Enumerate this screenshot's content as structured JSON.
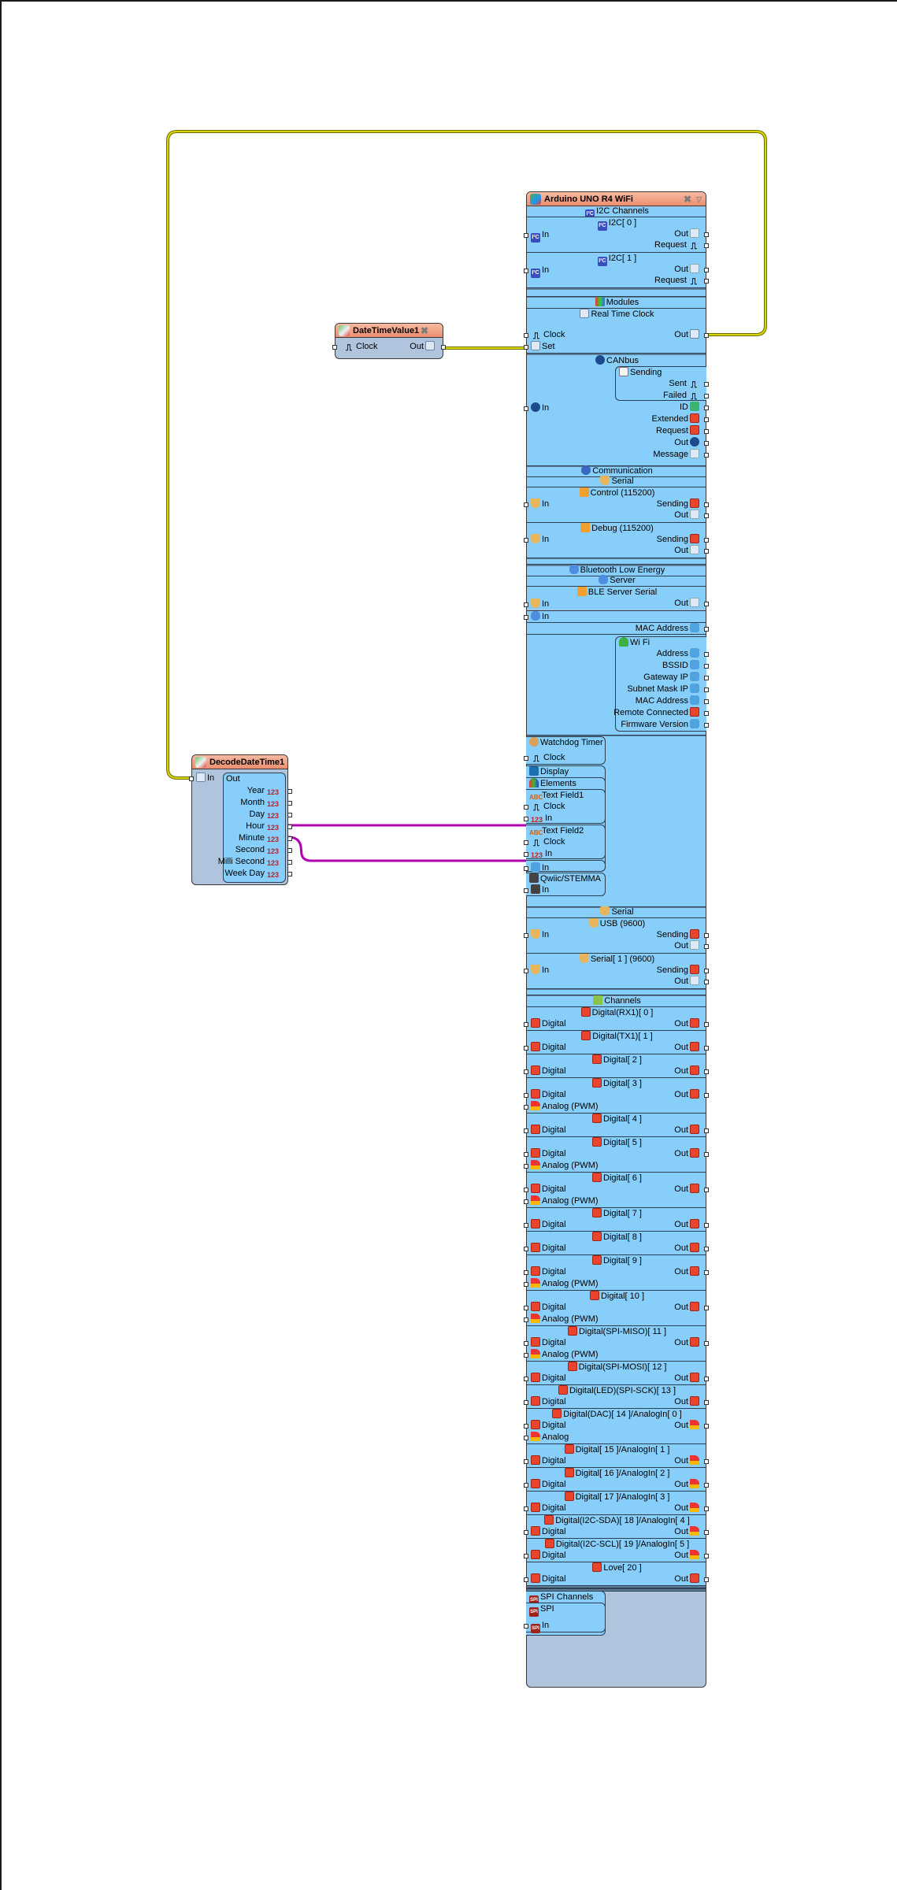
{
  "canvas": {
    "background": "#ffffff",
    "wire_colors": {
      "datetime": "#c8c800",
      "integer": "#b000b0"
    }
  },
  "nodes": {
    "date_time_value": {
      "title": "DateTimeValue1",
      "inputs": [
        {
          "label": "Clock",
          "icon": "clock-pulse-icon"
        }
      ],
      "outputs": [
        {
          "label": "Out",
          "icon": "datetime-icon"
        }
      ]
    },
    "decode_date_time": {
      "title": "DecodeDateTime1",
      "inputs": [
        {
          "label": "In",
          "icon": "datetime-icon"
        }
      ],
      "out_group": "Out",
      "outputs": [
        "Year",
        "Month",
        "Day",
        "Hour",
        "Minute",
        "Second",
        "Milli Second",
        "Week Day"
      ]
    },
    "arduino": {
      "title": "Arduino UNO R4 WiFi",
      "i2c": {
        "header": "I2C Channels",
        "channels": [
          {
            "name": "I2C[ 0 ]",
            "in": "In",
            "out": "Out",
            "request": "Request"
          },
          {
            "name": "I2C[ 1 ]",
            "in": "In",
            "out": "Out",
            "request": "Request"
          }
        ]
      },
      "modules": {
        "header": "Modules",
        "rtc": {
          "name": "Real Time Clock",
          "clock": "Clock",
          "set": "Set",
          "out": "Out"
        },
        "canbus": {
          "name": "CANbus",
          "sending": {
            "name": "Sending",
            "sent": "Sent",
            "failed": "Failed"
          },
          "in": "In",
          "outputs": [
            "ID",
            "Extended",
            "Request",
            "Out",
            "Message"
          ]
        }
      },
      "communication": {
        "header": "Communication",
        "serial_header": "Serial",
        "serials": [
          {
            "name": "Control (115200)",
            "in": "In",
            "sending": "Sending",
            "out": "Out"
          },
          {
            "name": "Debug (115200)",
            "in": "In",
            "sending": "Sending",
            "out": "Out"
          }
        ],
        "ble": {
          "header": "Bluetooth Low Energy",
          "server": "Server",
          "ble_serial": {
            "name": "BLE Server Serial",
            "in": "In",
            "out": "Out"
          },
          "server_in": "In"
        },
        "mac_address": "MAC Address",
        "wifi": {
          "name": "Wi Fi",
          "outputs": [
            "Address",
            "BSSID",
            "Gateway IP",
            "Subnet Mask IP",
            "MAC Address",
            "Remote Connected",
            "Firmware Version"
          ]
        }
      },
      "watchdog": {
        "name": "Watchdog Timer",
        "clock": "Clock"
      },
      "display": {
        "name": "Display",
        "elements": "Elements",
        "fields": [
          {
            "name": "Text Field1",
            "clock": "Clock",
            "in": "In"
          },
          {
            "name": "Text Field2",
            "clock": "Clock",
            "in": "In"
          }
        ],
        "text_in": "In"
      },
      "qwiic": {
        "name": "Qwiic/STEMMA",
        "in": "In"
      },
      "serial2": {
        "header": "Serial",
        "ports": [
          {
            "name": "USB (9600)",
            "in": "In",
            "sending": "Sending",
            "out": "Out"
          },
          {
            "name": "Serial[ 1 ] (9600)",
            "in": "In",
            "sending": "Sending",
            "out": "Out"
          }
        ]
      },
      "channels": {
        "header": "Channels",
        "items": [
          {
            "name": "Digital(RX1)[ 0 ]",
            "pins": [
              "Digital"
            ],
            "out": "Out",
            "kind": "digital"
          },
          {
            "name": "Digital(TX1)[ 1 ]",
            "pins": [
              "Digital"
            ],
            "out": "Out",
            "kind": "digital"
          },
          {
            "name": "Digital[ 2 ]",
            "pins": [
              "Digital"
            ],
            "out": "Out",
            "kind": "interrupt"
          },
          {
            "name": "Digital[ 3 ]",
            "pins": [
              "Digital",
              "Analog (PWM)"
            ],
            "out": "Out",
            "kind": "interrupt"
          },
          {
            "name": "Digital[ 4 ]",
            "pins": [
              "Digital"
            ],
            "out": "Out",
            "kind": "digital"
          },
          {
            "name": "Digital[ 5 ]",
            "pins": [
              "Digital",
              "Analog (PWM)"
            ],
            "out": "Out",
            "kind": "digital"
          },
          {
            "name": "Digital[ 6 ]",
            "pins": [
              "Digital",
              "Analog (PWM)"
            ],
            "out": "Out",
            "kind": "digital"
          },
          {
            "name": "Digital[ 7 ]",
            "pins": [
              "Digital"
            ],
            "out": "Out",
            "kind": "digital"
          },
          {
            "name": "Digital[ 8 ]",
            "pins": [
              "Digital"
            ],
            "out": "Out",
            "kind": "digital"
          },
          {
            "name": "Digital[ 9 ]",
            "pins": [
              "Digital",
              "Analog (PWM)"
            ],
            "out": "Out",
            "kind": "digital"
          },
          {
            "name": "Digital[ 10 ]",
            "pins": [
              "Digital",
              "Analog (PWM)"
            ],
            "out": "Out",
            "kind": "digital"
          },
          {
            "name": "Digital(SPI-MISO)[ 11 ]",
            "pins": [
              "Digital",
              "Analog (PWM)"
            ],
            "out": "Out",
            "kind": "digital"
          },
          {
            "name": "Digital(SPI-MOSI)[ 12 ]",
            "pins": [
              "Digital"
            ],
            "out": "Out",
            "kind": "digital"
          },
          {
            "name": "Digital(LED)(SPI-SCK)[ 13 ]",
            "pins": [
              "Digital"
            ],
            "out": "Out",
            "kind": "digital"
          },
          {
            "name": "Digital(DAC)[ 14 ]/AnalogIn[ 0 ]",
            "pins": [
              "Digital",
              "Analog"
            ],
            "out": "Out",
            "kind": "analog"
          },
          {
            "name": "Digital[ 15 ]/AnalogIn[ 1 ]",
            "pins": [
              "Digital"
            ],
            "out": "Out",
            "kind": "analog"
          },
          {
            "name": "Digital[ 16 ]/AnalogIn[ 2 ]",
            "pins": [
              "Digital"
            ],
            "out": "Out",
            "kind": "analog"
          },
          {
            "name": "Digital[ 17 ]/AnalogIn[ 3 ]",
            "pins": [
              "Digital"
            ],
            "out": "Out",
            "kind": "analog"
          },
          {
            "name": "Digital(I2C-SDA)[ 18 ]/AnalogIn[ 4 ]",
            "pins": [
              "Digital"
            ],
            "out": "Out",
            "kind": "analog"
          },
          {
            "name": "Digital(I2C-SCL)[ 19 ]/AnalogIn[ 5 ]",
            "pins": [
              "Digital"
            ],
            "out": "Out",
            "kind": "analog"
          },
          {
            "name": "Love[ 20 ]",
            "pins": [
              "Digital"
            ],
            "out": "Out",
            "kind": "digital"
          }
        ]
      },
      "spi": {
        "header": "SPI Channels",
        "name": "SPI",
        "in": "In"
      }
    }
  },
  "connections": [
    {
      "from": "DateTimeValue1.Out",
      "to": "Arduino UNO R4 WiFi.Real Time Clock.Set",
      "type": "datetime"
    },
    {
      "from": "Arduino UNO R4 WiFi.Real Time Clock.Out",
      "to": "DecodeDateTime1.In",
      "type": "datetime"
    },
    {
      "from": "DecodeDateTime1.Hour",
      "to": "Arduino UNO R4 WiFi.Text Field1.In",
      "type": "integer"
    },
    {
      "from": "DecodeDateTime1.Minute",
      "to": "Arduino UNO R4 WiFi.Text Field2.In",
      "type": "integer"
    }
  ]
}
